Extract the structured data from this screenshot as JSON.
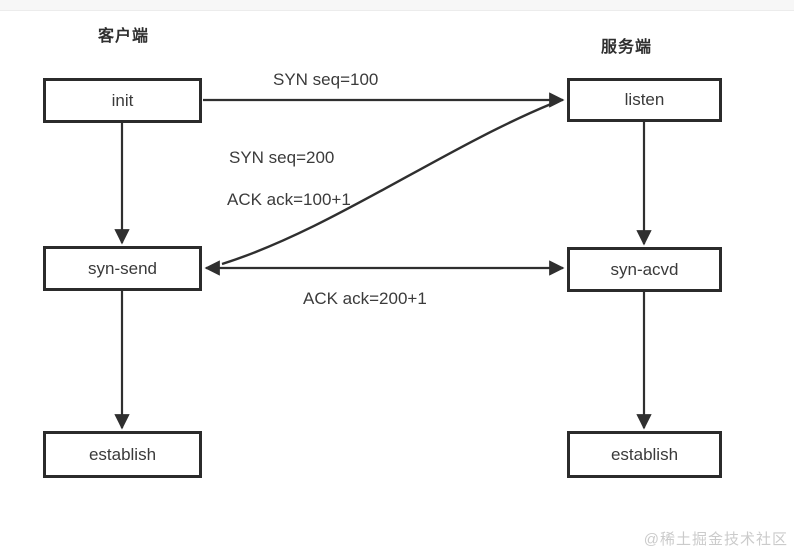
{
  "diagram": {
    "columns": {
      "client": {
        "label": "客户端"
      },
      "server": {
        "label": "服务端"
      }
    },
    "nodes": {
      "init": {
        "label": "init"
      },
      "listen": {
        "label": "listen"
      },
      "syn_send": {
        "label": "syn-send"
      },
      "syn_acvd": {
        "label": "syn-acvd"
      },
      "establish_client": {
        "label": "establish"
      },
      "establish_server": {
        "label": "establish"
      }
    },
    "edges": {
      "syn": {
        "label": "SYN seq=100"
      },
      "syn_ack_line1": {
        "label": "SYN seq=200"
      },
      "syn_ack_line2": {
        "label": "ACK ack=100+1"
      },
      "ack": {
        "label": "ACK ack=200+1"
      }
    },
    "colors": {
      "line": "#2f2f2f",
      "box_border": "#2b2b2b",
      "text": "#3a3a3a",
      "watermark": "#cbcbcb",
      "background": "#ffffff"
    }
  },
  "watermark": {
    "text": "@稀土掘金技术社区"
  }
}
